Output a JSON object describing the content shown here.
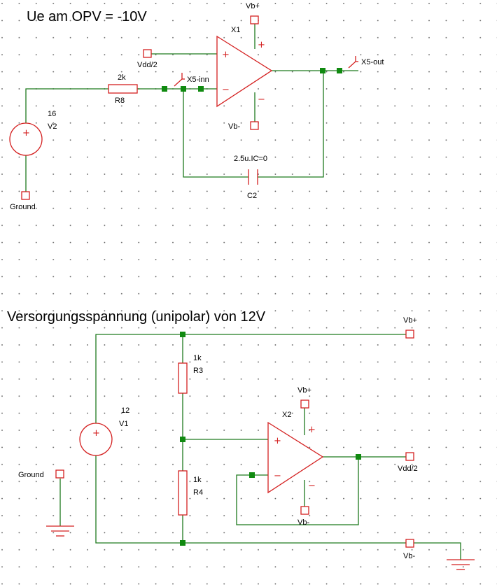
{
  "titles": {
    "top": "Ue am OPV = -10V",
    "bottom": "Versorgungsspannung (unipolar) von 12V"
  },
  "upper": {
    "opamp_name": "X1",
    "vbplus": "Vb+",
    "vbminus": "Vb-",
    "vdd2": "Vdd/2",
    "resistor_value": "2k",
    "resistor_name": "R8",
    "probe_inn": "X5-inn",
    "probe_out": "X5-out",
    "source_value": "16",
    "source_name": "V2",
    "ground": "Ground",
    "cap_value": "2.5u.IC=0",
    "cap_name": "C2"
  },
  "lower": {
    "opamp_name": "X2",
    "vbplus_rail": "Vb+",
    "vbminus_rail": "Vb-",
    "vdd2_out": "Vdd/2",
    "r3_value": "1k",
    "r3_name": "R3",
    "r4_value": "1k",
    "r4_name": "R4",
    "source_value": "12",
    "source_name": "V1",
    "ground": "Ground",
    "opamp_vbplus": "Vb+",
    "opamp_vbminus": "Vb-"
  },
  "symbols": {
    "plus": "+",
    "minus": "−"
  }
}
